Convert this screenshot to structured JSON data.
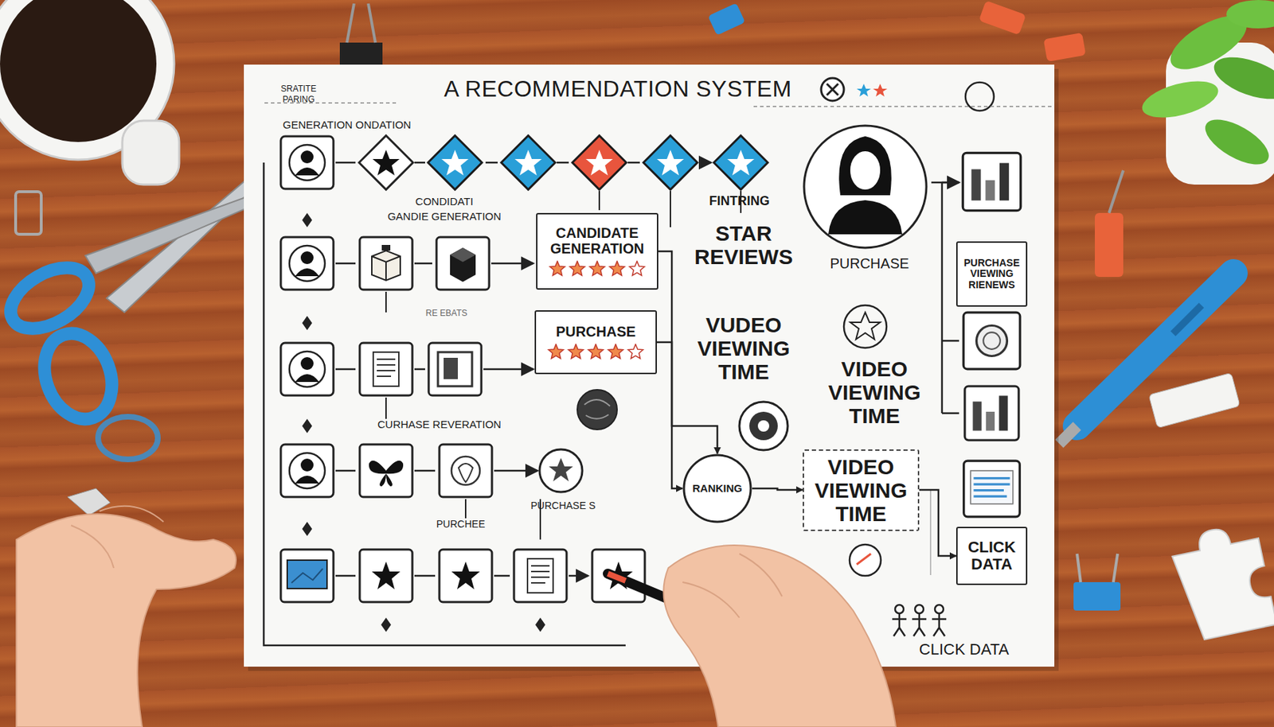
{
  "diagram": {
    "title": "A RECOMMENDATION SYSTEM",
    "nodes": [
      {
        "text": [
          "CANDIDATE GENERATION"
        ]
      },
      {
        "text": [
          "PURCHASE VIEWING RIENEWS"
        ]
      },
      {
        "text": [
          "PURCHASE"
        ]
      },
      {
        "text": [
          "RANKING"
        ]
      },
      {
        "text": [
          "VIDEO VIEWING TIME"
        ]
      },
      {
        "text": [
          "CLICK DATA"
        ]
      }
    ],
    "edges": [
      {
        "from": 0,
        "to": 3,
        "arrow": "to"
      },
      {
        "from": 2,
        "to": 3,
        "arrow": "to"
      },
      {
        "from": 3,
        "to": 4,
        "arrow": "to"
      },
      {
        "from": 4,
        "to": 5,
        "arrow": "to"
      }
    ],
    "labels": [
      "SRATITE",
      "PARING",
      "GENERATION ONDATION",
      "CONDIDATI",
      "GANDIE GENERATION",
      "FINTRING",
      "STAR REVIEWS",
      "RE EBATS",
      "VUDEO VIEWING TIME",
      "PURCHASE",
      "VIDEO VIEWING TIME",
      "CURHASE REVERATION",
      "PURCHASE S",
      "PURCHEE",
      "CLICK DATA"
    ]
  }
}
